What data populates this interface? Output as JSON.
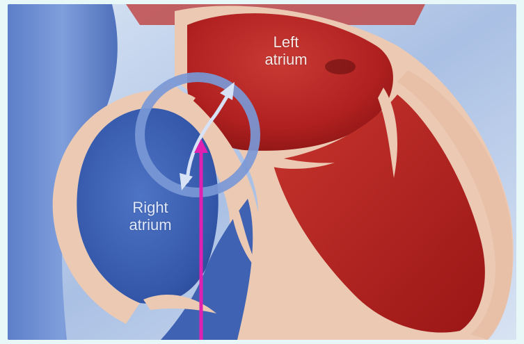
{
  "labels": {
    "left_atrium": {
      "line1": "Left",
      "line2": "atrium"
    },
    "right_atrium": {
      "line1": "Right",
      "line2": "atrium"
    }
  },
  "colors": {
    "background": "#e8f7f7",
    "oxygenated_red": "#b52222",
    "deoxygenated_blue": "#3c5fb0",
    "septum_tissue": "#ecc9b3",
    "highlight_ring": "#7a98d6",
    "pointer_arrow": "#e020b0"
  },
  "icons": {
    "highlight": "circle-ring",
    "flow": "double-headed-arrow",
    "pointer": "upward-arrow"
  }
}
